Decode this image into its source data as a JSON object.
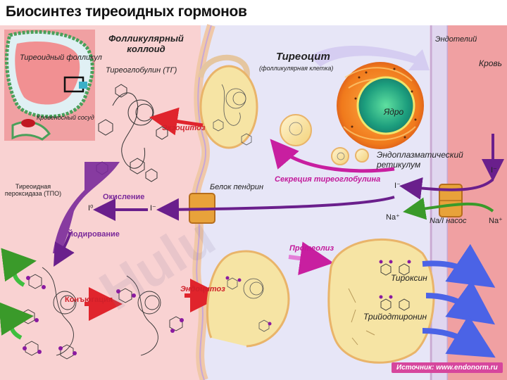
{
  "title": "Биосинтез тиреоидных гормонов",
  "inset": {
    "follicle_label": "Тиреоидный фолликул",
    "vessel_label": "Кровеносный сосуд"
  },
  "labels": {
    "follicular_colloid": "Фолликулярный коллоид",
    "thyroglobulin": "Тиреоглобулин (ТГ)",
    "exocytosis": "Экзоцитоз",
    "thyrocyte": "Тиреоцит",
    "thyrocyte_sub": "(фолликулярная клетка)",
    "endothelium": "Эндотелий",
    "blood": "Кровь",
    "nucleus": "Ядро",
    "er": "Эндоплазматический ретикулум",
    "secretion": "Секреция тиреоглобулина",
    "pendrin": "Белок пендрин",
    "tpo": "Тиреоидная пероксидаза (ТПО)",
    "oxidation": "Окисление",
    "iodination": "Йодирование",
    "conjugation": "Конъюгация",
    "endocytosis": "Эндоцитоз",
    "proteolysis": "Протеолиз",
    "thyroxine": "Тироксин",
    "triiodothyronine": "Трийодтиронин",
    "nai_pump": "Na/I насос",
    "na_plus_1": "Na⁺",
    "na_plus_2": "Na⁺",
    "i_minus_1": "I⁻",
    "i_minus_2": "I⁻",
    "i_minus_3": "I⁻",
    "i_zero": "I⁰"
  },
  "source": "Источник: www.endonorm.ru",
  "colors": {
    "colloid": "#f9d2d2",
    "cell": "#e7e6f7",
    "vesicle": "#f6e4a4",
    "blood": "#f0a0a2",
    "arrow_red": "#e0242c",
    "arrow_purple": "#6a1f8c",
    "arrow_magenta": "#c81fa0",
    "arrow_blue": "#4b63e6",
    "arrow_green": "#3fbf3f",
    "pendrin": "#e8a23a"
  }
}
